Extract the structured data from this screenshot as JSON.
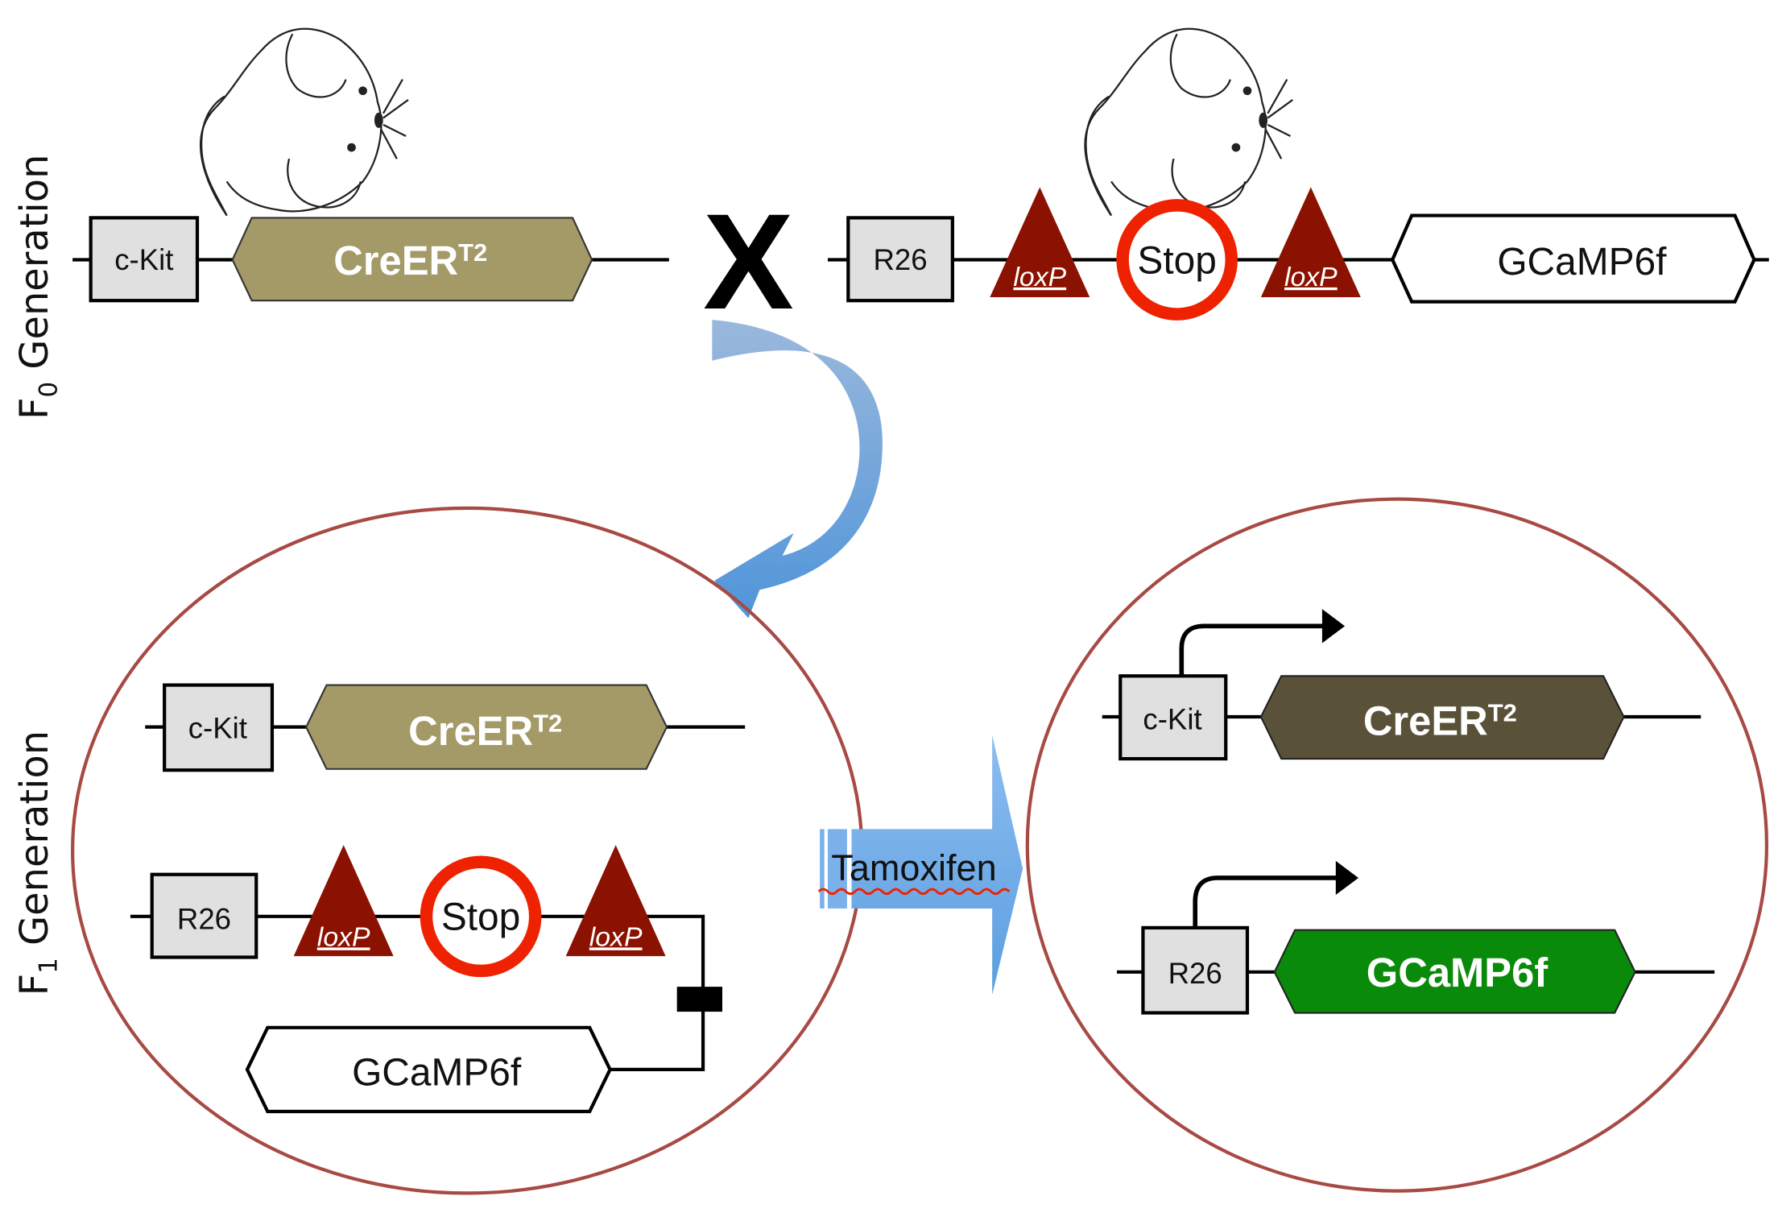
{
  "colors": {
    "creer_inactive": "#a39a67",
    "creer_active": "#5a5238",
    "gcamp_active": "#0a8a0a",
    "loxp": "#8b1200",
    "stop_ring": "#ee2200",
    "circle_border": "#a84a44",
    "arrow_blue": "#6fa6e0",
    "promoter_fill": "#e0e0e0"
  },
  "labels": {
    "f0_generation": "F",
    "f0_sub": "0",
    "f0_suffix": " Generation",
    "f1_generation": "F",
    "f1_sub": "1",
    "f1_suffix": " Generation",
    "cross": "X",
    "tamoxifen": "Tamoxifen"
  },
  "f0": {
    "left_allele": {
      "promoter": "c-Kit",
      "gene": "CreER",
      "gene_sup": "T2"
    },
    "right_allele": {
      "promoter": "R26",
      "loxp_1": "loxP",
      "stop": "Stop",
      "loxp_2": "loxP",
      "gene": "GCaMP6f"
    }
  },
  "f1_before": {
    "allele_1": {
      "promoter": "c-Kit",
      "gene": "CreER",
      "gene_sup": "T2"
    },
    "allele_2": {
      "promoter": "R26",
      "loxp_1": "loxP",
      "stop": "Stop",
      "loxp_2": "loxP",
      "gene": "GCaMP6f"
    }
  },
  "f1_after": {
    "allele_1": {
      "promoter": "c-Kit",
      "gene": "CreER",
      "gene_sup": "T2"
    },
    "allele_2": {
      "promoter": "R26",
      "gene": "GCaMP6f"
    }
  }
}
